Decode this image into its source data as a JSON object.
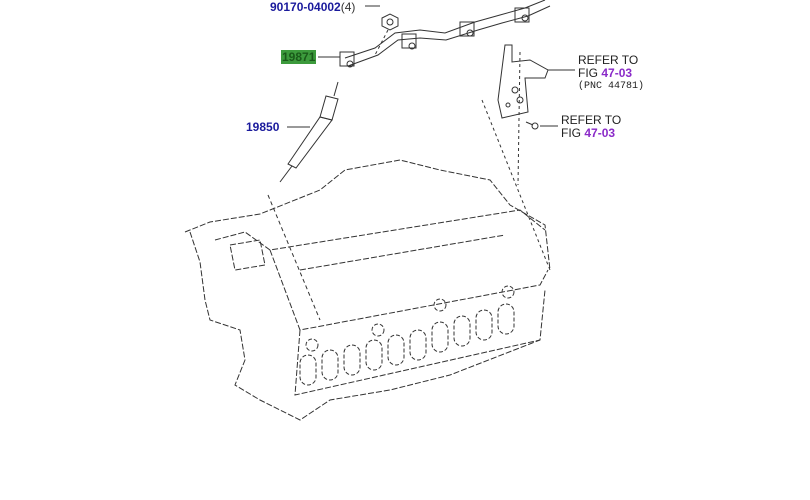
{
  "parts": [
    {
      "number": "90170-04002",
      "qty": "(4)"
    },
    {
      "number": "19871",
      "highlighted": true
    },
    {
      "number": "19850"
    }
  ],
  "references": [
    {
      "prefix_line1": "REFER TO",
      "prefix_line2": "FIG",
      "fig": "47-03",
      "pnc": "(PNC 44781)"
    },
    {
      "prefix_line1": "REFER TO",
      "prefix_line2": "FIG",
      "fig": "47-03"
    }
  ],
  "colors": {
    "part_link": "#1a1a9c",
    "fig_link": "#8a2ac8",
    "highlight": "#3c9a3c"
  }
}
